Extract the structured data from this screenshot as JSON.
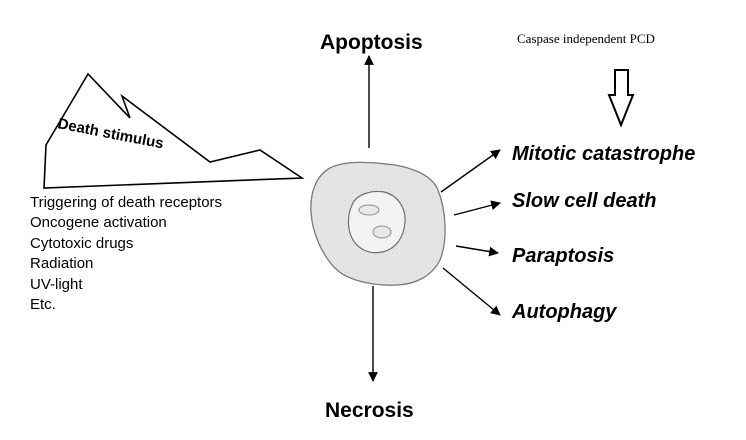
{
  "labels": {
    "apoptosis": "Apoptosis",
    "necrosis": "Necrosis",
    "caspase_independent": "Caspase independent PCD",
    "death_stimulus": "Death stimulus"
  },
  "triggers": [
    "Triggering of death receptors",
    "Oncogene activation",
    "Cytotoxic drugs",
    "Radiation",
    "UV-light",
    "Etc."
  ],
  "outcomes": [
    "Mitotic catastrophe",
    "Slow cell death",
    "Paraptosis",
    "Autophagy"
  ]
}
